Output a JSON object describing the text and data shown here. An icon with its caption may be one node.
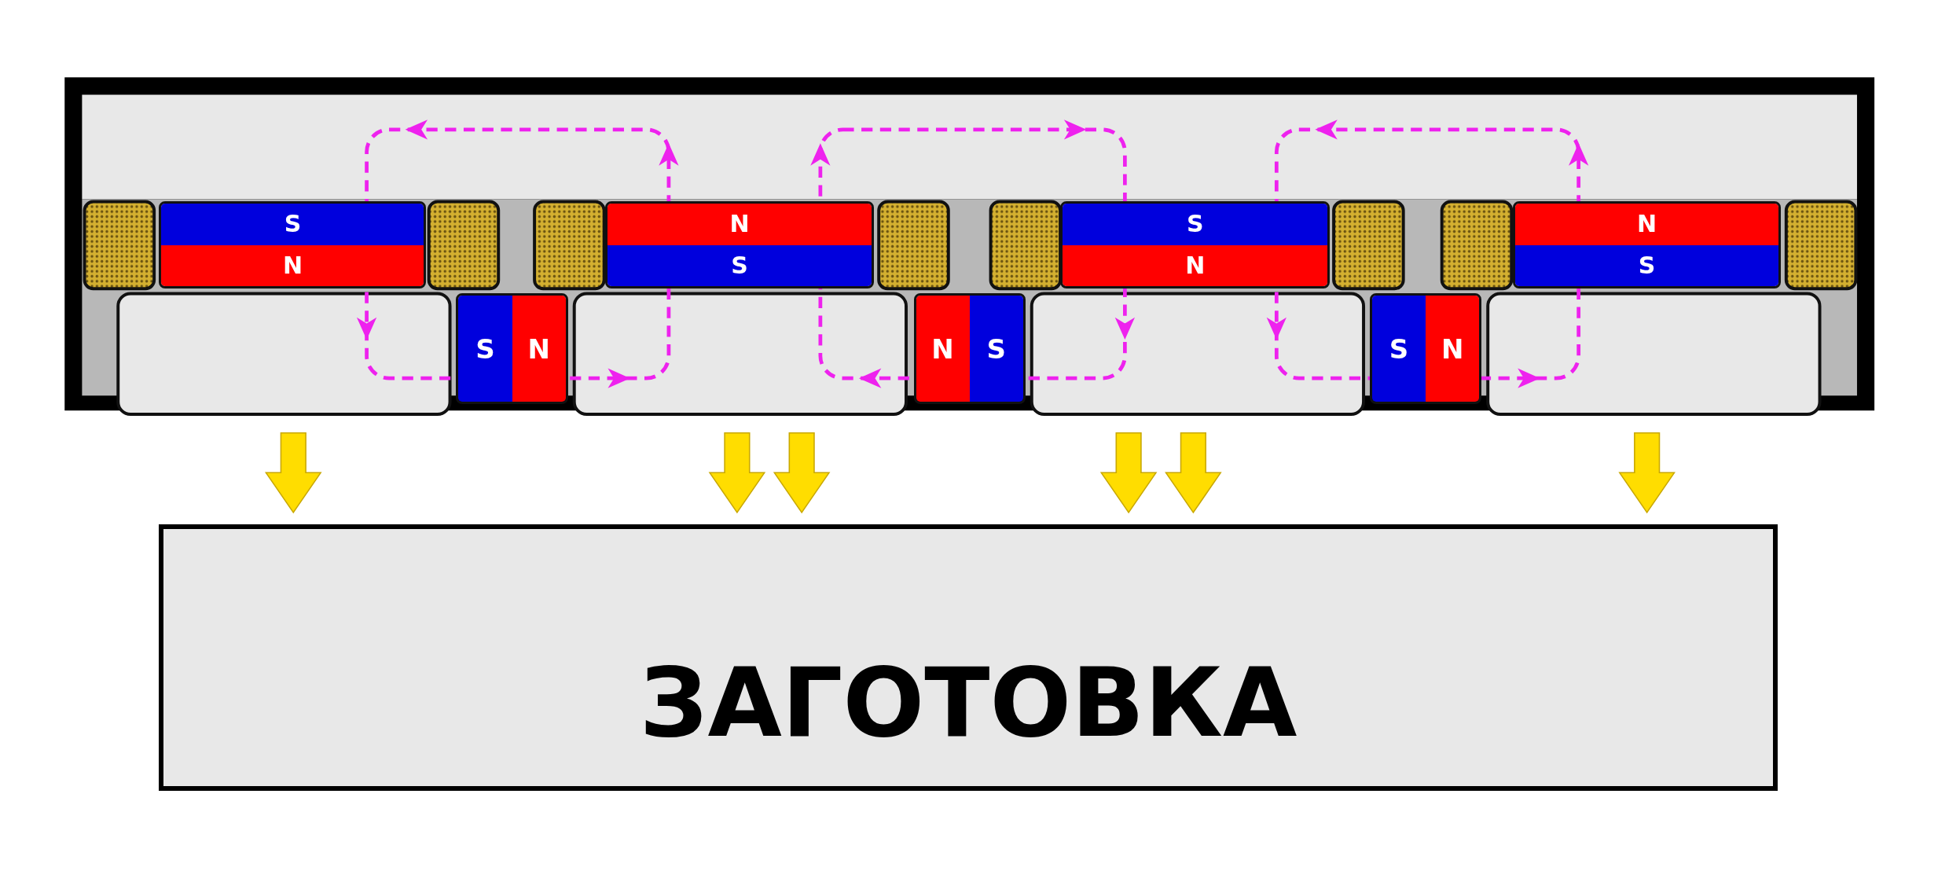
{
  "diagram": {
    "nodes": [
      {
        "text": [
          "S",
          "N"
        ]
      },
      {
        "text": [
          "N",
          "S"
        ]
      },
      {
        "text": [
          "S",
          "N"
        ]
      },
      {
        "text": [
          "N",
          "S"
        ]
      },
      {
        "text": [
          "S",
          "N"
        ]
      },
      {
        "text": [
          "N",
          "S"
        ]
      },
      {
        "text": [
          "S",
          "N"
        ]
      },
      {
        "text": [
          "ЗАГОТОВКА"
        ]
      }
    ]
  }
}
